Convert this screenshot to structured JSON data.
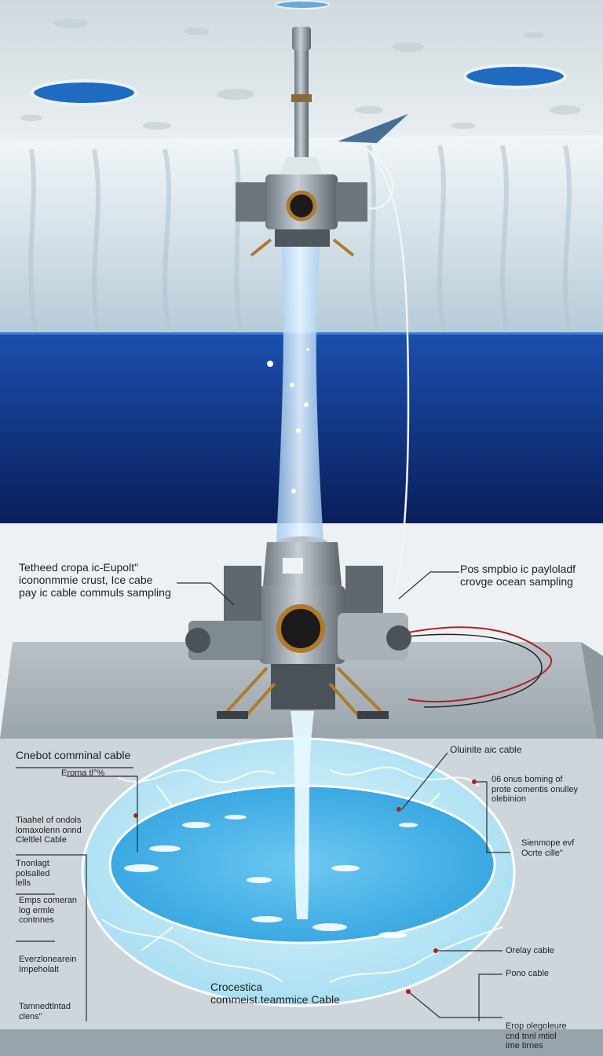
{
  "diagram": {
    "labels": {
      "top_left": "Tetheed cropa ic-Eupolt\"\nicononmmie crust, Ice cabe\npay ic cable commuls sampling",
      "top_right": "Pos smpbio ic payloladf\ncrovge ocean sampling",
      "left_1": "Cnebot comminal cable",
      "left_2": "Eroma tl°%",
      "left_3": "Tiaahel of ondols\nlomaxolenn onnd\nCleltlel Cable",
      "left_4": "Tnonlagt\npolsalled\nlells",
      "left_5": "Emps comeran\nlog ermle\ncontnnes",
      "left_6": "Everzlonearein\nImpeholalt",
      "left_7": "Tamnedtlntad\nclens\"",
      "bottom_center": "Crocestica\ncommeist.teammice Cable",
      "right_1": "Oluinite aic cable",
      "right_2": "06 onus boming of\nprote comentis onulley\nolebinion",
      "right_3": "Sienmope evf\nOcrte cille\"",
      "right_4": "Orelay cable",
      "right_5": "Pono cable",
      "right_6": "Erop olegoleure\ncnd tnnl mtiol\nime tirnes"
    },
    "colors": {
      "ice": "#dfe8ec",
      "ocean_top": "#1b4fae",
      "ocean_bottom": "#0a1e5a",
      "water": "#61c3ef",
      "cable": "#b02020"
    }
  }
}
